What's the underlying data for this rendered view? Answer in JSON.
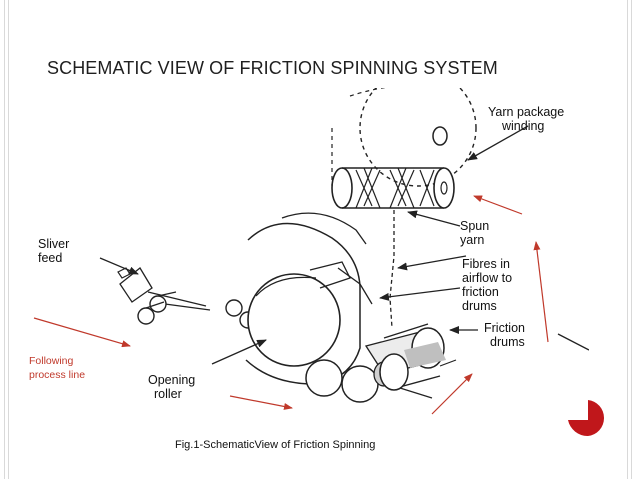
{
  "slide": {
    "title": "SCHEMATIC VIEW OF FRICTION SPINNING SYSTEM",
    "caption": "Fig.1-SchematicView of Friction Spinning"
  },
  "diagram": {
    "labels": {
      "yarn_package_line1": "Yarn package",
      "yarn_package_line2": "winding",
      "spun_line1": "Spun",
      "spun_line2": "yarn",
      "fibres_line1": "Fibres in",
      "fibres_line2": "airflow to",
      "fibres_line3": "friction",
      "fibres_line4": "drums",
      "sliver_line1": "Sliver",
      "sliver_line2": "feed",
      "friction_line1": "Friction",
      "friction_line2": "drums",
      "opening_line1": "Opening",
      "opening_line2": "roller"
    },
    "note_line1": "Following",
    "note_line2": "process line"
  },
  "colors": {
    "accent": "#c0392b",
    "line": "#222222",
    "border": "#d9d9d9"
  }
}
